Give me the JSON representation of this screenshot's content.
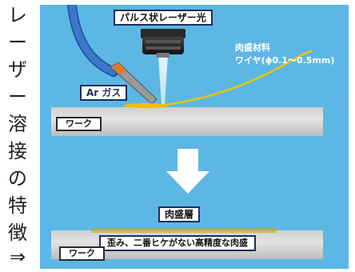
{
  "vertical_title": [
    "レ",
    "ー",
    "ザ",
    "ー",
    "溶",
    "接",
    "の",
    "特",
    "徴",
    "⇒"
  ],
  "labels": {
    "pulse_laser": "パルス状レーザー光",
    "ar_gas": "Ar ガス",
    "wire_title": "肉盛材料",
    "wire_spec": "ワイヤ(ϕ0.1～0.5mm)",
    "work_top": "ワーク",
    "overlay_layer": "肉盛層",
    "result": "歪み、二番ヒケがない高精度な肉盛",
    "work_bottom": "ワーク"
  },
  "colors": {
    "background": "#5db7e4",
    "label_border": "#1e2d5c",
    "weld_bead": "#f0c000",
    "hose": "#3a78c8",
    "arrow": "#ffffff"
  },
  "icons": [
    "laser-head-icon",
    "gas-nozzle-icon",
    "wire-icon",
    "down-arrow-icon"
  ]
}
